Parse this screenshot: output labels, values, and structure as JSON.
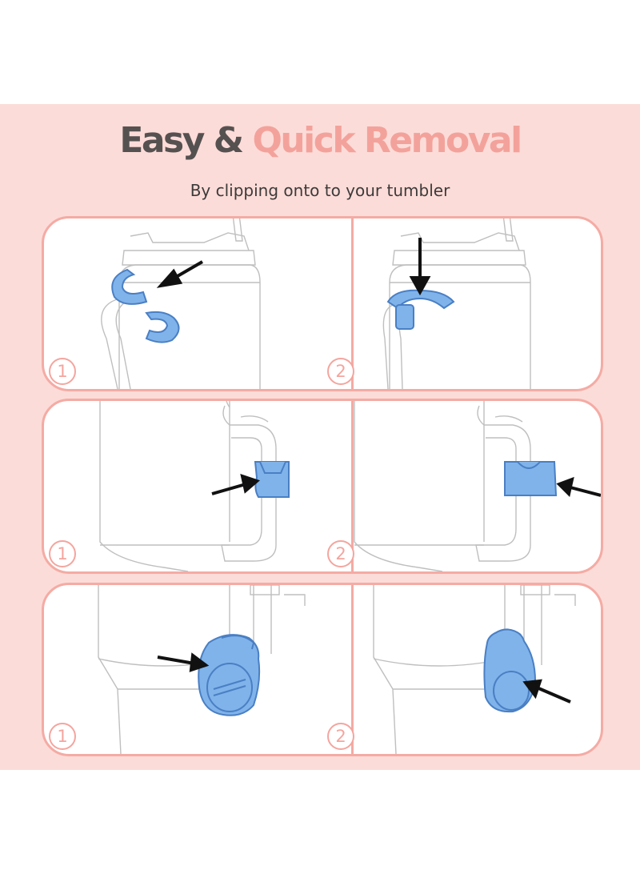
{
  "header": {
    "title_part1": "Easy & ",
    "title_part2": "Quick Removal",
    "subtitle": "By clipping onto to your tumbler"
  },
  "steps": {
    "row1": [
      "1",
      "2"
    ],
    "row2": [
      "1",
      "2"
    ],
    "row3": [
      "1",
      "2"
    ]
  },
  "colors": {
    "background_band": "#fcdcd8",
    "border_accent": "#f4aba4",
    "title_dark": "#565151",
    "title_accent": "#f3a29b",
    "clip_blue": "#7fb3ea"
  }
}
